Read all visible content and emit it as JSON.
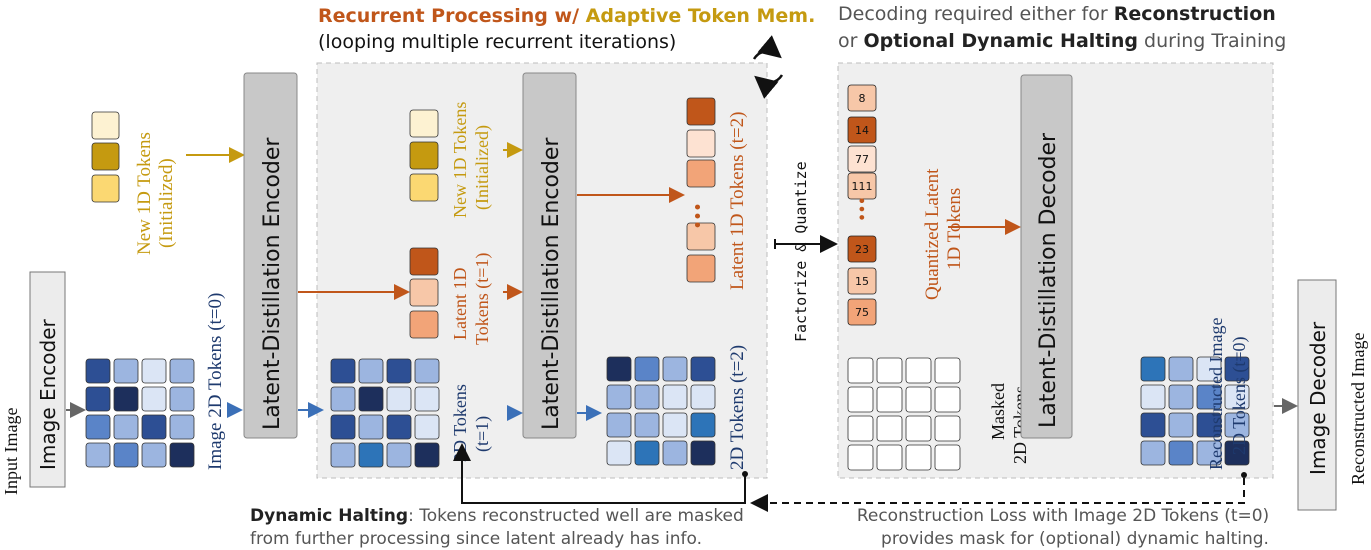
{
  "title": {
    "part1": "Recurrent Processing w/ ",
    "part2": "Adaptive Token Mem.",
    "line2": "(looping multiple recurrent iterations)"
  },
  "decoding_note": {
    "l1a": "Decoding required either for ",
    "l1b": "Reconstruction",
    "l2a": "or ",
    "l2b": "Optional Dynamic Halting",
    "l2c": " during Training"
  },
  "labels": {
    "input_image": "Input Image",
    "image_encoder": "Image Encoder",
    "image_2d_tokens": "Image 2D Tokens (t=0)",
    "new_tokens_1": "New 1D Tokens",
    "new_tokens_2": "(Initialized)",
    "encoder_1": "Latent-Distillation Encoder",
    "latent_t1_1": "Latent 1D",
    "latent_t1_2": "Tokens (t=1)",
    "tokens2d_t1_1": "2D Tokens",
    "tokens2d_t1_2": "(t=1)",
    "encoder_2": "Latent-Distillation Encoder",
    "latent_t2": "Latent 1D  Tokens (t=2)",
    "tokens2d_t2": "2D Tokens (t=2)",
    "factorize": "Factorize & Quantize",
    "quantized_1": "Quantized Latent",
    "quantized_2": "1D Tokens",
    "masked_1": "Masked",
    "masked_2": "2D Tokens",
    "decoder": "Latent-Distillation Decoder",
    "recon_tokens_1": "Reconstructed Image",
    "recon_tokens_2": "2D Tokens (t=0)",
    "image_decoder": "Image Decoder",
    "reconstructed_image": "Reconstructed Image",
    "ellipsis": "•••"
  },
  "quantized_tokens": {
    "col1": [
      "75",
      "15"
    ],
    "col2": [
      "23"
    ],
    "col3": [
      "111",
      "77"
    ],
    "col4": [
      "14",
      "8"
    ]
  },
  "dynamic_halting": {
    "bold": "Dynamic Halting",
    "rest": ": Tokens reconstructed  well are masked",
    "line2": "from further processing since latent already has info."
  },
  "reconstruction_loss": {
    "line1": "Reconstruction Loss with Image 2D Tokens (t=0)",
    "line2": "provides mask for (optional) dynamic halting."
  },
  "colors": {
    "orange": "#c0561a",
    "gold": "#c59a10",
    "blue": "#3b70b8",
    "navy": "#1e3a6e",
    "panel": "#efefef",
    "block": "#c8c8c8"
  }
}
